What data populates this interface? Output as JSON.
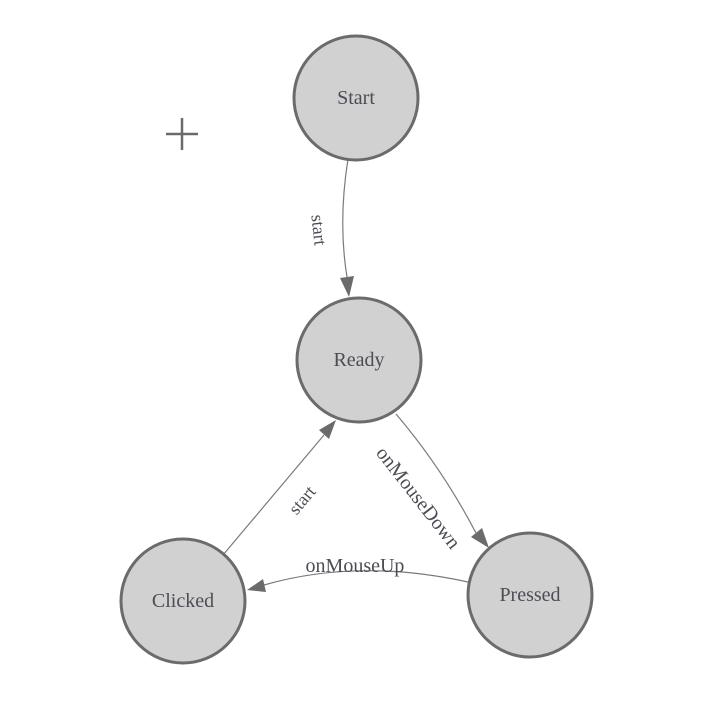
{
  "canvas": {
    "background": "#ffffff"
  },
  "colors": {
    "node_fill": "#d1d1d1",
    "node_stroke": "#6b6b6b",
    "edge_stroke": "#7a7a7a",
    "arrow_fill": "#6b6b6b",
    "text": "#4c4c55",
    "cursor": "#6a6a6a"
  },
  "cursor": {
    "icon": "crosshair-plus"
  },
  "diagram": {
    "type": "state-machine",
    "nodes": [
      {
        "id": "start",
        "label": "Start"
      },
      {
        "id": "ready",
        "label": "Ready"
      },
      {
        "id": "clicked",
        "label": "Clicked"
      },
      {
        "id": "pressed",
        "label": "Pressed"
      }
    ],
    "edges": [
      {
        "from": "Start",
        "to": "Ready",
        "label": "start"
      },
      {
        "from": "Clicked",
        "to": "Ready",
        "label": "start"
      },
      {
        "from": "Ready",
        "to": "Pressed",
        "label": "onMouseDown"
      },
      {
        "from": "Pressed",
        "to": "Clicked",
        "label": "onMouseUp"
      }
    ]
  }
}
